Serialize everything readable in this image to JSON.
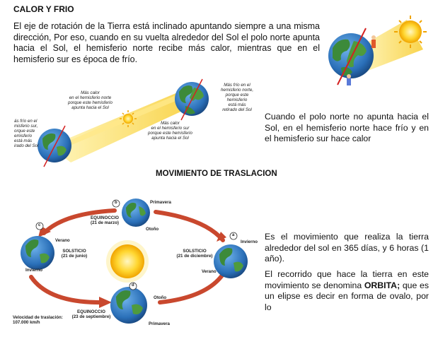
{
  "section1": {
    "title": "CALOR Y FRIO",
    "paragraph": "El eje de rotación de la Tierra está inclinado apuntando siempre a una misma dirección, Por eso, cuando en su vuelta alrededor del Sol el polo norte apunta hacia el Sol, el hemisferio norte recibe más calor, mientras que en el hemisferio sur es época de frío.",
    "side_text": "Cuando el polo norte no apunta hacia el Sol, en el hemisferio norte hace frío y en el hemisferio sur hace calor",
    "diagram_labels": {
      "left_edge": [
        "ás frío en el",
        "misferio sur,",
        "orque este",
        "emisferio",
        "está más",
        "irado del Sol"
      ],
      "upper_middle": [
        "Más calor",
        "en el hemisferio norte",
        "porque este hemisferio",
        "apunta hacia el Sol"
      ],
      "upper_right": [
        "Más frío en el",
        "hemisferio norte,",
        "porque este",
        "hemisferio",
        "está más",
        "retirado del Sol"
      ],
      "lower_middle": [
        "Más calor",
        "en el hemisferio sur",
        "porque este hemisferio",
        "apunta hacia el Sol"
      ]
    }
  },
  "section2": {
    "title": "MOVIMIENTO  DE  TRASLACION",
    "paragraph1": "Es   el movimiento que realiza la tierra alrededor del sol en  365 días, y 6 horas (1 año).",
    "paragraph2_before": "El recorrido que hace la tierra en este movimiento se denomina ",
    "paragraph2_bold": "ORBITA;",
    "paragraph2_after": " que es un elipse es decir en forma de ovalo, por lo",
    "orbit": {
      "markers": [
        "a",
        "b",
        "c",
        "d"
      ],
      "primavera": "Primavera",
      "otono": "Otoño",
      "verano": "Verano",
      "invierno": "Invierno",
      "eq_top": [
        "EQUINOCCIO",
        "(21 de marzo)"
      ],
      "eq_bottom": [
        "EQUINOCCIO",
        "(23 de septiembre)"
      ],
      "sol_left": [
        "SOLSTICIO",
        "(21 de junio)"
      ],
      "sol_right": [
        "SOLSTICIO",
        "(21 de diciembre)"
      ],
      "velocidad": [
        "Velocidad de traslación:",
        "107.000 km/h"
      ]
    }
  },
  "colors": {
    "ocean": "#2a6fb8",
    "land": "#3c8a3a",
    "sun": "#f6b800",
    "arrow": "#c9482e",
    "beam": "#f8d64a"
  }
}
